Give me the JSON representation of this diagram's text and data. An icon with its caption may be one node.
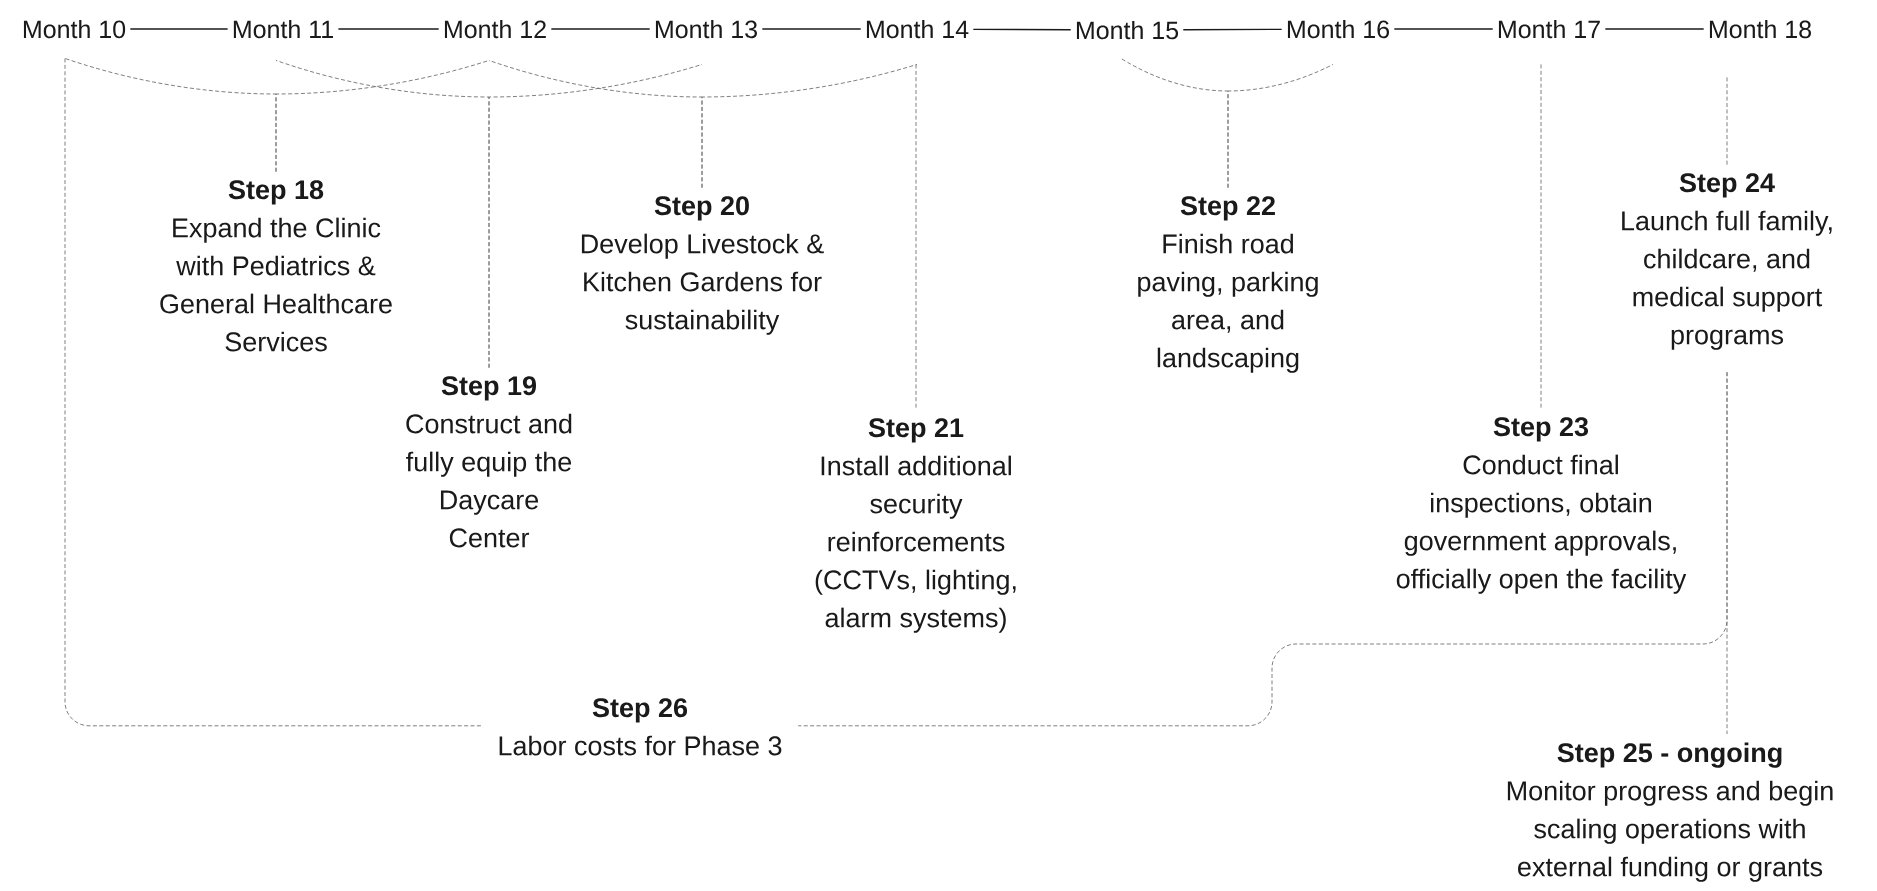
{
  "diagram": {
    "nodes": [
      {
        "text": [
          "Month 10"
        ]
      },
      {
        "text": [
          "Month 11"
        ]
      },
      {
        "text": [
          "Month 12"
        ]
      },
      {
        "text": [
          "Month 13"
        ]
      },
      {
        "text": [
          "Month 14"
        ]
      },
      {
        "text": [
          "Month 15"
        ]
      },
      {
        "text": [
          "Month 16"
        ]
      },
      {
        "text": [
          "Month 17"
        ]
      },
      {
        "text": [
          "Month 18"
        ]
      },
      {
        "text": [
          "Step 18",
          "Expand the Clinic with Pediatrics & General Healthcare Services"
        ]
      },
      {
        "text": [
          "Step 19",
          "Construct and fully equip the Daycare Center"
        ]
      },
      {
        "text": [
          "Step 20",
          "Develop Livestock & Kitchen Gardens for sustainability"
        ]
      },
      {
        "text": [
          "Step 21",
          "Install additional security reinforcements (CCTVs, lighting, alarm systems)"
        ]
      },
      {
        "text": [
          "Step 22",
          "Finish road paving, parking area, and landscaping"
        ]
      },
      {
        "text": [
          "Step 23",
          "Conduct final inspections, obtain government approvals, officially open the facility"
        ]
      },
      {
        "text": [
          "Step 24",
          "Launch full family, childcare, and medical support programs"
        ]
      },
      {
        "text": [
          "Step 25 - ongoing",
          "Monitor progress and begin scaling operations with external funding or grants"
        ]
      },
      {
        "text": [
          "Step 26",
          "Labor costs for Phase 3"
        ]
      }
    ],
    "edges": [
      {
        "from": 0,
        "to": 1,
        "arrow": "none",
        "color": "#1a1a1a"
      },
      {
        "from": 1,
        "to": 2,
        "arrow": "none",
        "color": "#1a1a1a"
      },
      {
        "from": 2,
        "to": 3,
        "arrow": "none",
        "color": "#1a1a1a"
      },
      {
        "from": 3,
        "to": 4,
        "arrow": "none",
        "color": "#1a1a1a"
      },
      {
        "from": 4,
        "to": 5,
        "arrow": "none",
        "color": "#1a1a1a"
      },
      {
        "from": 5,
        "to": 6,
        "arrow": "none",
        "color": "#1a1a1a"
      },
      {
        "from": 6,
        "to": 7,
        "arrow": "none",
        "color": "#1a1a1a"
      },
      {
        "from": 7,
        "to": 8,
        "arrow": "none",
        "color": "#1a1a1a"
      },
      {
        "from": 0,
        "to": 9,
        "arrow": "none",
        "style": "dashed"
      },
      {
        "from": 2,
        "to": 9,
        "arrow": "none",
        "style": "dashed"
      },
      {
        "from": 1,
        "to": 10,
        "arrow": "none",
        "style": "dashed"
      },
      {
        "from": 3,
        "to": 10,
        "arrow": "none",
        "style": "dashed"
      },
      {
        "from": 2,
        "to": 11,
        "arrow": "none",
        "style": "dashed"
      },
      {
        "from": 4,
        "to": 11,
        "arrow": "none",
        "style": "dashed"
      },
      {
        "from": 4,
        "to": 12,
        "arrow": "none",
        "style": "dashed"
      },
      {
        "from": 5,
        "to": 13,
        "arrow": "none",
        "style": "dashed"
      },
      {
        "from": 6,
        "to": 13,
        "arrow": "none",
        "style": "dashed"
      },
      {
        "from": 7,
        "to": 14,
        "arrow": "none",
        "style": "dashed"
      },
      {
        "from": 8,
        "to": 15,
        "arrow": "none",
        "style": "dashed"
      },
      {
        "from": 15,
        "to": 16,
        "arrow": "none",
        "style": "dashed"
      },
      {
        "from": 0,
        "to": 17,
        "arrow": "none",
        "style": "dashed"
      },
      {
        "from": 15,
        "to": 17,
        "arrow": "none",
        "style": "dashed"
      }
    ]
  }
}
